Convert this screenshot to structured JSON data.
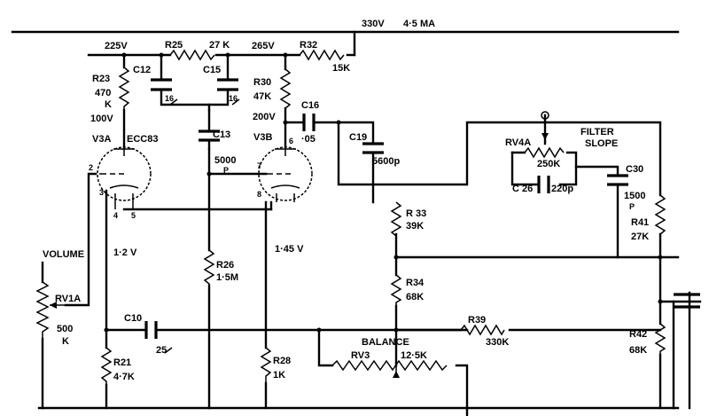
{
  "supply": {
    "voltage": "330V",
    "current": "4·5 MA"
  },
  "labels": {
    "v225": "225V",
    "r25": "R25",
    "r25v": "27 K",
    "v265": "265V",
    "r32": "R32",
    "r32v": "15K",
    "r23": "R23",
    "r23v1": "470",
    "r23v2": "K",
    "v100": "100V",
    "c12": "C12",
    "c12v": "16",
    "c15": "C15",
    "c15v": "16",
    "r30": "R30",
    "r30v": "47K",
    "v200": "200V",
    "c16": "C16",
    "c16v": "·05",
    "v3a": "V3A",
    "ecc83": "ECC83",
    "v3b": "V3B",
    "c13": "C13",
    "c13v": "5000",
    "c13p": "P",
    "c19": "C19",
    "c19v": "5600p",
    "rv4a": "RV4A",
    "filter": "FILTER",
    "slope": "SLOPE",
    "rv4av": "250K",
    "c26": "C 26",
    "c26v": "220p",
    "c30": "C30",
    "c30v": "1500",
    "c30p": "P",
    "r41": "R41",
    "r41v": "27K",
    "r33": "R 33",
    "r33v": "39K",
    "r34": "R34",
    "r34v": "68K",
    "v12": "1·2 V",
    "v145": "1·45 V",
    "volume": "VOLUME",
    "rv1a": "RV1A",
    "rv1av": "500",
    "rv1ak": "K",
    "r26": "R26",
    "r26v": "1·5M",
    "c10": "C10",
    "c10v": "25",
    "r39": "R39",
    "r39v": "330K",
    "balance": "BALANCE",
    "rv3": "RV3",
    "rv3v": "12·5K",
    "r42": "R42",
    "r42v": "68K",
    "r21": "R21",
    "r21v": "4·7K",
    "r28": "R28",
    "r28v": "1K",
    "pin2": "2",
    "pin3": "3",
    "pin4": "4",
    "pin5": "5",
    "pin6": "6",
    "pin7": "7",
    "pin8": "8"
  }
}
